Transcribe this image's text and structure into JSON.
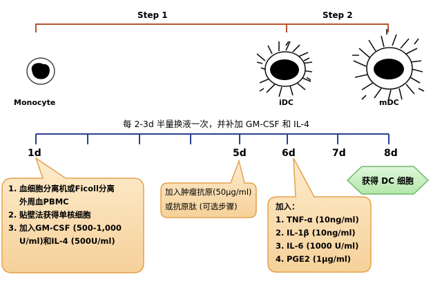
{
  "steps": {
    "step1": "Step 1",
    "step2": "Step 2"
  },
  "cells": {
    "monocyte": "Monocyte",
    "idc": "iDC",
    "mdc": "mDC"
  },
  "timeline_note": "每 2-3d 半量换液一次，并补加 GM-CSF 和 IL-4",
  "days": [
    "1d",
    "5d",
    "6d",
    "7d",
    "8d"
  ],
  "callout_1d": [
    {
      "num": "1.",
      "text": "血细胞分离机或Ficoll分离"
    },
    {
      "num": "",
      "text": "外周血PBMC"
    },
    {
      "num": "2.",
      "text": "贴壁法获得单核细胞"
    },
    {
      "num": "3.",
      "text": "加入GM-CSF (500-1,000"
    },
    {
      "num": "",
      "text": "U/ml)和IL-4 (500U/ml)"
    }
  ],
  "callout_5d": [
    "加入肿瘤抗原(50μg/ml)",
    "或抗原肽 (可选步骤)"
  ],
  "callout_6d": {
    "title": "加入：",
    "items": [
      {
        "num": "1.",
        "text": "TNF-α (10ng/ml)"
      },
      {
        "num": "2.",
        "text": "IL-1β (10ng/ml)"
      },
      {
        "num": "3.",
        "text": "IL-6 (1000 U/ml)"
      },
      {
        "num": "4.",
        "text": "PGE2 (1μg/ml)"
      }
    ]
  },
  "result_8d": "获得 DC 细胞",
  "colors": {
    "bracket": "#b5532e",
    "timeline": "#2b3f8f",
    "callout_fill": "#f9deb2",
    "callout_stroke": "#e3a14a",
    "diamond_fill": "#c6eec0",
    "diamond_stroke": "#6db96a"
  }
}
